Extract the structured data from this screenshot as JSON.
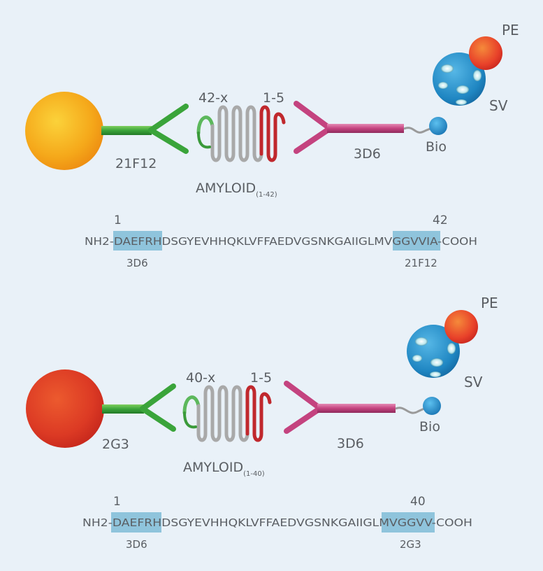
{
  "panels": [
    {
      "capture_antibody": "21F12",
      "label_cterm": "42-x",
      "label_nterm": "1-5",
      "detect_antibody": "3D6",
      "biotin": "Bio",
      "streptavidin": "SV",
      "phycoerythrin": "PE",
      "amyloid_label": "AMYLOID",
      "amyloid_sub": "(1-42)",
      "seq_num_left": "1",
      "seq_num_right": "42",
      "seq_prefix": "NH2-",
      "seq_hl_left": "DAEFRH",
      "seq_middle": "DSGYEVHHQKLVFFAEDVGSNKGAIIGLMV",
      "seq_hl_right": "GGVVIA",
      "seq_suffix": "-COOH",
      "seq_epitope_left": "3D6",
      "seq_epitope_right": "21F12",
      "bead_color": "#f5b81c"
    },
    {
      "capture_antibody": "2G3",
      "label_cterm": "40-x",
      "label_nterm": "1-5",
      "detect_antibody": "3D6",
      "biotin": "Bio",
      "streptavidin": "SV",
      "phycoerythrin": "PE",
      "amyloid_label": "AMYLOID",
      "amyloid_sub": "(1-40)",
      "seq_num_left": "1",
      "seq_num_right": "40",
      "seq_prefix": "NH2-",
      "seq_hl_left": "DAEFRH",
      "seq_middle": "DSGYEVHHQKLVFFAEDVGSNKGAIIGL",
      "seq_hl_right": "MVGGVV",
      "seq_suffix": "-COOH",
      "seq_epitope_left": "3D6",
      "seq_epitope_right": "2G3",
      "bead_color": "#e0402a"
    }
  ],
  "colors": {
    "capture_antibody": "#3aa43a",
    "detect_antibody": "#c4437f",
    "biotin": "#2b8fcf",
    "streptavidin": "#2c8dc8",
    "phycoerythrin": "#e8412a",
    "highlight": "#8fc4dc",
    "amyloid_cterm": "#5cb85c",
    "amyloid_nterm": "#c0282d"
  }
}
